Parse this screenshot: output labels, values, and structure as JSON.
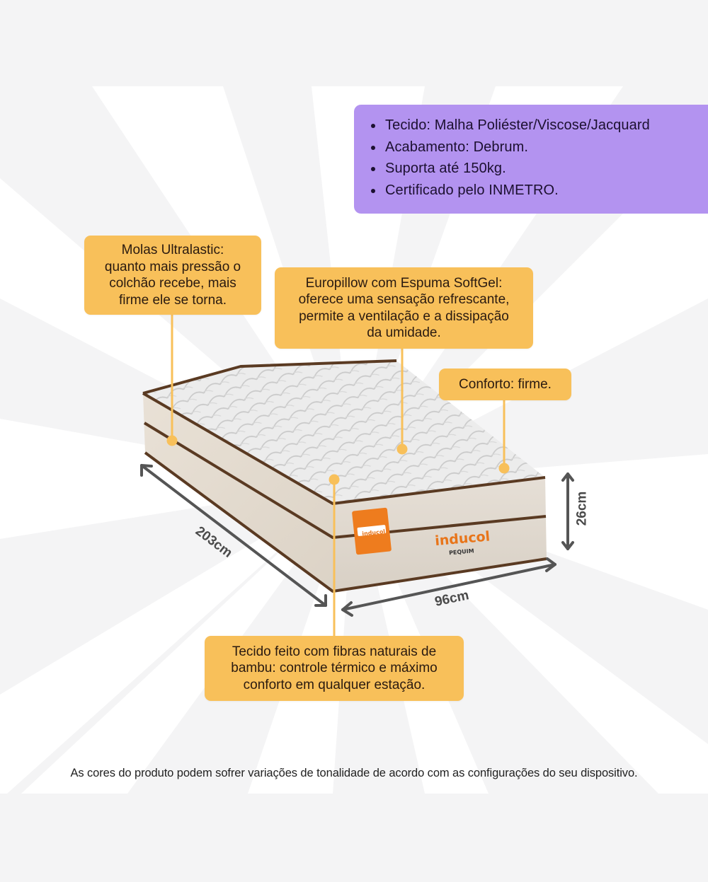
{
  "colors": {
    "background": "#f4f4f5",
    "ray_light": "#ffffff",
    "callout_fill": "#f8c05a",
    "callout_line": "#f8c05a",
    "specs_fill": "#b393f0",
    "text_dark": "#1e1a1a",
    "dimension_arrow": "#555555",
    "mattress_piping": "#5a3a22",
    "brand_orange": "#e8751a"
  },
  "specs": {
    "items": [
      "Tecido: Malha Poliéster/Viscose/Jacquard",
      "Acabamento: Debrum.",
      "Suporta até 150kg.",
      "Certificado pelo INMETRO."
    ]
  },
  "callouts": {
    "molas": {
      "lines": [
        "Molas Ultralastic:",
        "quanto mais pressão o",
        "colchão recebe, mais",
        "firme ele se torna."
      ]
    },
    "europillow": {
      "lines": [
        "Europillow com Espuma SoftGel:",
        "oferece uma sensação refrescante,",
        "permite a ventilação e a dissipação",
        "da umidade."
      ]
    },
    "conforto": {
      "lines": [
        "Conforto: firme."
      ]
    },
    "tecido": {
      "lines": [
        "Tecido feito com fibras naturais de",
        "bambu: controle térmico e máximo",
        "conforto em qualquer estação."
      ]
    }
  },
  "dimensions": {
    "length": "203cm",
    "width": "96cm",
    "height": "26cm"
  },
  "product": {
    "brand": "inducol",
    "model": "PEQUIM",
    "tag_brand": "inducol"
  },
  "footnote": "As cores do produto podem sofrer variações de tonalidade de acordo com as configurações do seu dispositivo."
}
